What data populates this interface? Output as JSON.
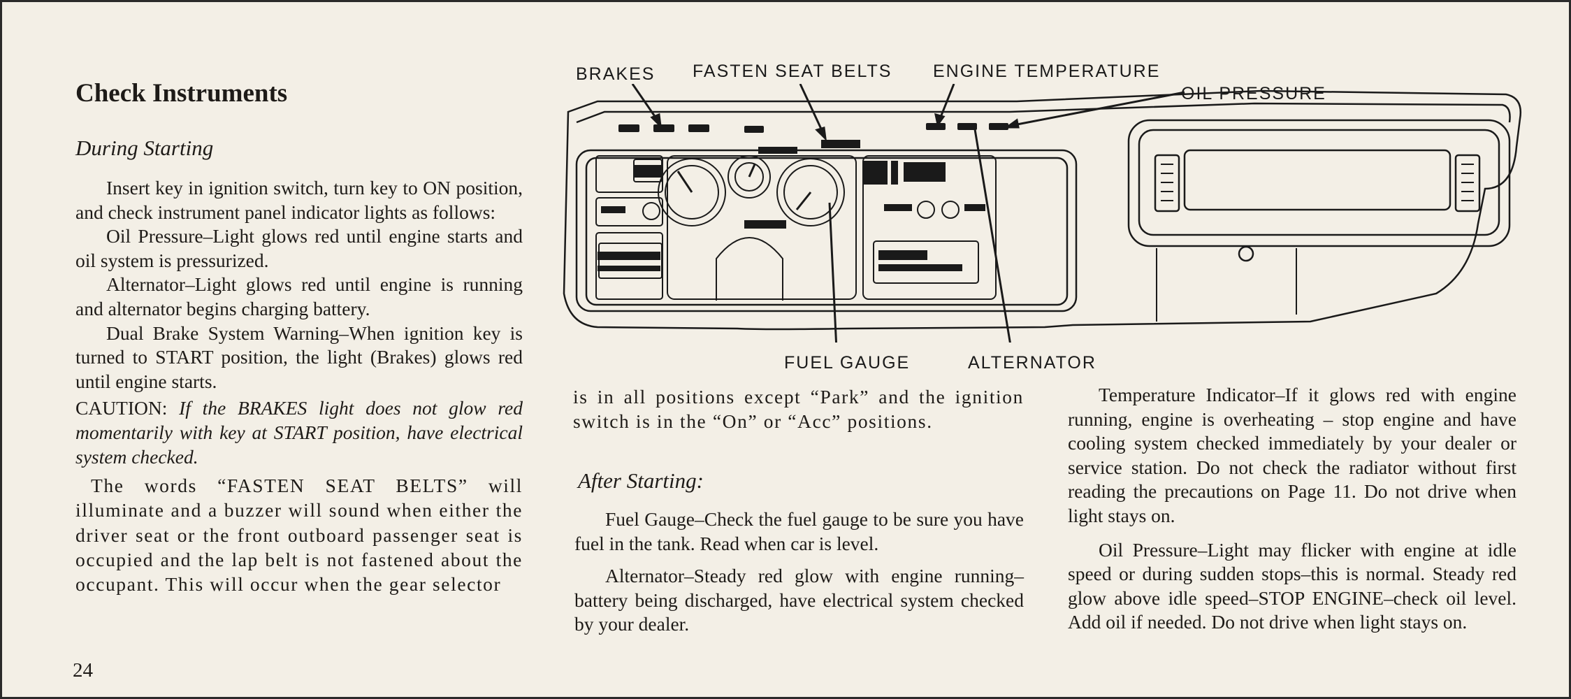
{
  "page_number": "24",
  "left": {
    "title": "Check Instruments",
    "subtitle": "During Starting",
    "p1": "Insert key in ignition switch, turn key to ON position, and check instrument panel indicator lights as follows:",
    "p2": "Oil Pressure–Light glows red until engine starts and oil system is pressurized.",
    "p3": "Alternator–Light glows red until engine is running and alternator begins charging battery.",
    "p4": "Dual Brake System Warning–When ignition key is turned to START position, the light (Brakes) glows red until engine starts.",
    "caution_label": "CAUTION:",
    "caution_text": "If the BRAKES light does not glow red momentarily with key at START position, have electrical system checked.",
    "p5": "The words “FASTEN SEAT BELTS” will illuminate and a buzzer will sound when either the driver seat or the front outboard passenger seat is occupied and the lap belt is not fastened about the occupant. This will occur when the gear selector"
  },
  "middle": {
    "p1": "is in all positions except “Park” and the ignition switch is in the “On” or “Acc” positions.",
    "subtitle": "After Starting:",
    "p2": "Fuel Gauge–Check the fuel gauge to be sure you have fuel in the tank. Read when car is level.",
    "p3": "Alternator–Steady red glow with engine running–battery being discharged, have electrical system checked by your dealer."
  },
  "right": {
    "p1": "Temperature Indicator–If it glows red with engine running, engine is overheating – stop engine and have cooling system checked immediately by your dealer or service station. Do not check the radiator without first reading the precautions on Page 11. Do not drive when light stays on.",
    "p2": "Oil Pressure–Light may flicker with engine at idle speed or during sudden stops–this is normal. Steady red glow above idle speed–STOP ENGINE–check oil level. Add oil if needed. Do not drive when light stays on."
  },
  "diagram": {
    "labels": {
      "brakes": "BRAKES",
      "fasten_seat_belts": "FASTEN SEAT BELTS",
      "engine_temperature": "ENGINE TEMPERATURE",
      "oil_pressure": "OIL PRESSURE",
      "fuel_gauge": "FUEL GAUGE",
      "alternator": "ALTERNATOR"
    }
  }
}
